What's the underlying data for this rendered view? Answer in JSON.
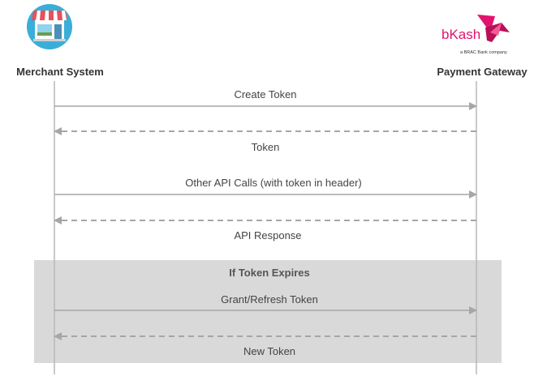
{
  "actors": {
    "merchant": {
      "label": "Merchant System",
      "icon": "storefront-icon"
    },
    "gateway": {
      "label": "Payment Gateway",
      "logo_text": "bKash",
      "logo_tagline": "a BRAC Bank company",
      "icon": "bkash-bird-logo"
    }
  },
  "messages": [
    {
      "label": "Create Token",
      "direction": "to-gateway",
      "style": "solid"
    },
    {
      "label": "Token",
      "direction": "to-merchant",
      "style": "dashed"
    },
    {
      "label": "Other API Calls (with token in header)",
      "direction": "to-gateway",
      "style": "solid"
    },
    {
      "label": "API Response",
      "direction": "to-merchant",
      "style": "dashed"
    },
    {
      "label": "Grant/Refresh Token",
      "direction": "to-gateway",
      "style": "solid"
    },
    {
      "label": "New Token",
      "direction": "to-merchant",
      "style": "dashed"
    }
  ],
  "group": {
    "title": "If Token Expires"
  },
  "colors": {
    "lifeline": "#b7b7b7",
    "arrow": "#a6a6a6",
    "group_bg": "#d9d9d9",
    "brand": "#e2136e",
    "store_circle": "#3aaed8"
  }
}
